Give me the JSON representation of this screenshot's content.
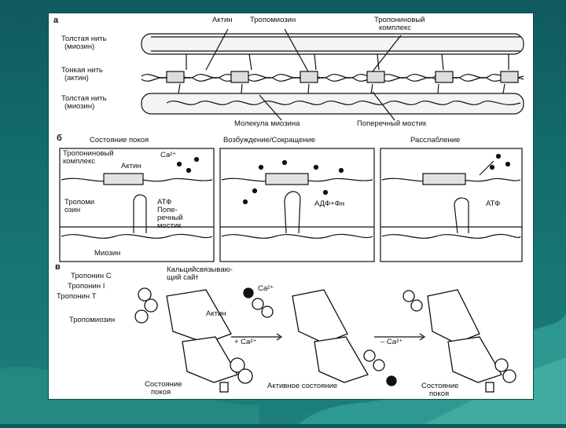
{
  "slide": {
    "background_color": "#14706f",
    "panel_color": "#ffffff"
  },
  "figure": {
    "section_a": {
      "letter": "а",
      "top_labels": [
        "Актин",
        "Тропомиозин",
        "Тропониновый",
        "комплекс"
      ],
      "left_labels": {
        "thick_top_1": "Толстая нить",
        "thick_top_2": "(миозин)",
        "thin_1": "Тонкая нить",
        "thin_2": "(актин)",
        "thick_bottom_1": "Толстая нить",
        "thick_bottom_2": "(миозин)"
      },
      "bottom_labels": [
        "Молекула миозина",
        "Поперечный мостик"
      ]
    },
    "section_b": {
      "letter": "б",
      "titles": [
        "Состояние покоя",
        "Возбуждение/Сокращение",
        "Расслабление"
      ],
      "rest_labels": {
        "troponin_1": "Тропониновый",
        "troponin_2": "комплекс",
        "actin": "Актин",
        "ca": "Ca²⁺",
        "tropo_1": "Тропоми",
        "tropo_2": "озин",
        "atp": "АТФ",
        "bridge_1": "Попе-",
        "bridge_2": "речный",
        "bridge_3": "мостик",
        "myosin": "Миозин"
      },
      "contract_label": "АДФ+Фн",
      "relax_label": "АТФ"
    },
    "section_c": {
      "letter": "в",
      "labels": {
        "troponin_c": "Тропонин С",
        "troponin_i": "Тропонин I",
        "troponin_t": "Тропонин Т",
        "calcium_site_1": "Кальцийсвязываю-",
        "calcium_site_2": "щий сайт",
        "tropomyosin": "Тропомиозин",
        "actin": "Актин",
        "ca": "Ca²⁺",
        "plus_ca": "+ Ca²⁺",
        "minus_ca": "– Ca²⁺",
        "rest_1_a": "Состояние",
        "rest_1_b": "покоя",
        "active": "Активное состояние",
        "rest_2_a": "Состояние",
        "rest_2_b": "покоя"
      }
    }
  }
}
